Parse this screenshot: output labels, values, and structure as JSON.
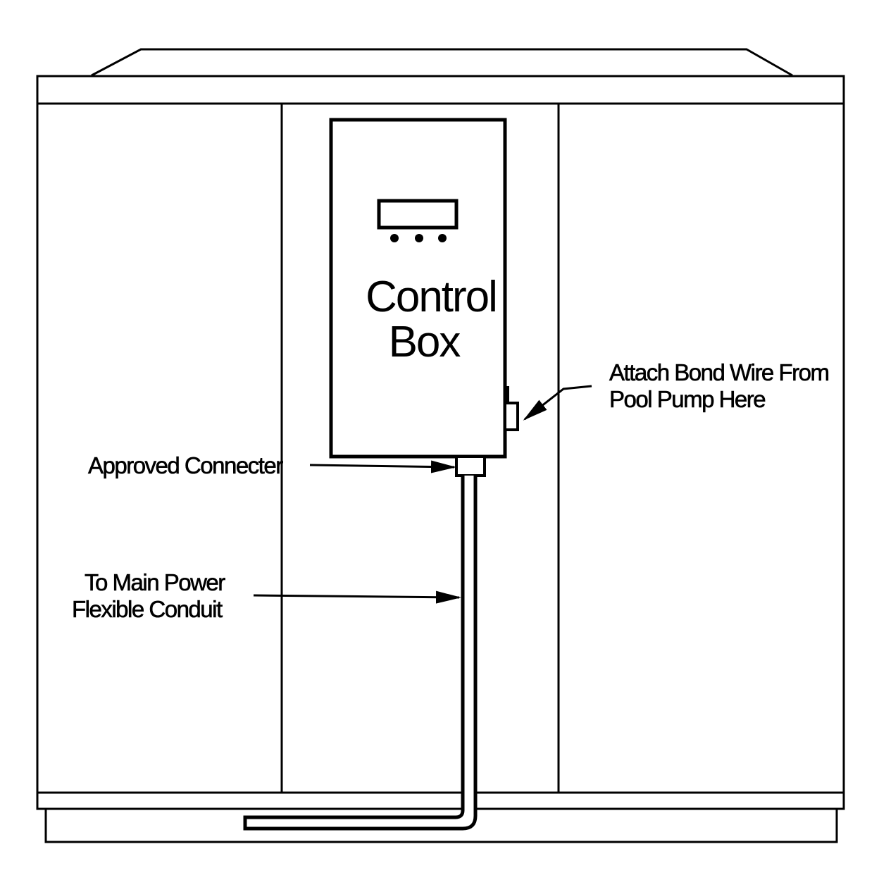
{
  "control_box": {
    "line1": "Control",
    "line2": "Box"
  },
  "labels": {
    "bond_wire_line1": "Attach Bond Wire From",
    "bond_wire_line2": "Pool Pump Here",
    "connector": "Approved Connecter",
    "conduit_line1": "To Main Power",
    "conduit_line2": "Flexible Conduit"
  }
}
